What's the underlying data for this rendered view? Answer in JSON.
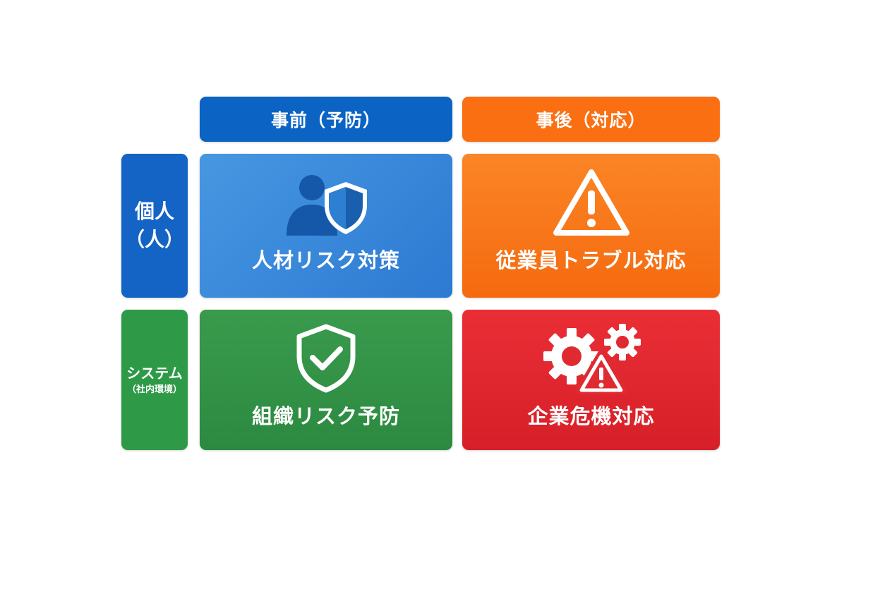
{
  "headers": {
    "pre": "事前（予防）",
    "post": "事後（対応）"
  },
  "rows": {
    "individual": {
      "line1": "個人",
      "line2": "（人）"
    },
    "system": {
      "main": "システム",
      "sub": "（社内環境）"
    }
  },
  "cells": {
    "hr_risk": {
      "label": "人材リスク対策",
      "icon": "person-shield-icon"
    },
    "employee_trouble": {
      "label": "従業員トラブル対応",
      "icon": "warning-triangle-icon"
    },
    "org_risk": {
      "label": "組織リスク予防",
      "icon": "shield-check-icon"
    },
    "crisis": {
      "label": "企業危機対応",
      "icon": "gears-warning-icon"
    }
  },
  "colors": {
    "pre_header": "#0b63c3",
    "post_header": "#f96f12",
    "individual": "#1464c6",
    "system": "#2e9a48",
    "hr_risk": "#3a88d9",
    "employee_trouble": "#f77a1a",
    "org_risk": "#33924a",
    "crisis": "#df2730"
  }
}
